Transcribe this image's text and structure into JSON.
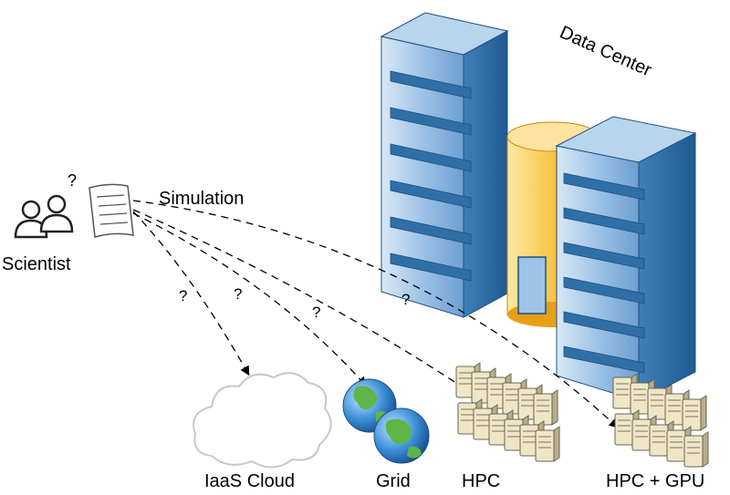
{
  "labels": {
    "data_center": "Data Center",
    "simulation": "Simulation",
    "scientist": "Scientist",
    "iaas_cloud": "IaaS Cloud",
    "grid": "Grid",
    "hpc": "HPC",
    "hpc_gpu": "HPC + GPU"
  },
  "question_marks": [
    "?",
    "?",
    "?",
    "?",
    "?"
  ],
  "icons": [
    "users-icon",
    "document-icon",
    "server-tower-icon",
    "database-cylinder-icon",
    "cloud-icon",
    "globe-icon",
    "server-rack-icon"
  ],
  "colors": {
    "server_front": "#6f9fcf",
    "server_side": "#2f6fa6",
    "server_top": "#a9c9e8",
    "cylinder": "#f6b52b",
    "cloud_outline": "#c8c8c8"
  }
}
